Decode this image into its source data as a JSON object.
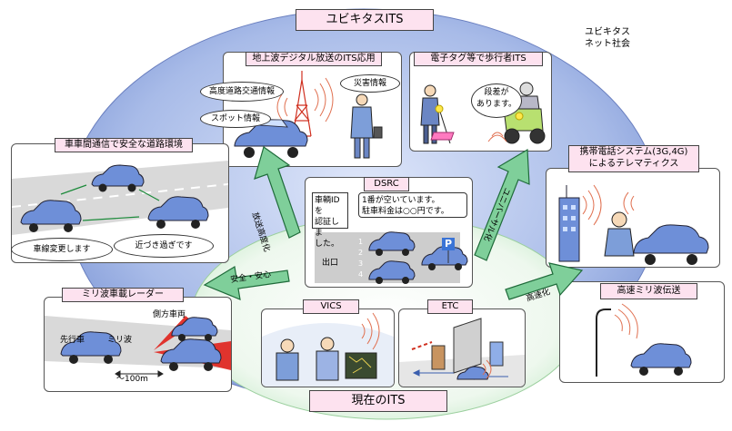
{
  "top_title": "ユビキタスITS",
  "bottom_title": "現在のITS",
  "corner_label": [
    "ユビキタス",
    "ネット社会"
  ],
  "panels": {
    "digital": {
      "title": "地上波デジタル放送のITS応用",
      "bubbles": [
        "高度道路交通情報",
        "災害情報",
        "スポット情報"
      ]
    },
    "pedestrian": {
      "title": "電子タグ等で歩行者ITS",
      "speech": [
        "段差が",
        "あります。"
      ]
    },
    "v2v": {
      "title": "車車間通信で安全な道路環境",
      "bubbles": [
        "車線変更します",
        "近づき過ぎです"
      ]
    },
    "radar": {
      "title": "ミリ波車載レーダー",
      "labels": {
        "front": "先行車",
        "wave": "ミリ波",
        "side": "側方車両",
        "dist": "～100m"
      }
    },
    "mobile": {
      "title": [
        "携帯電話システム(3G,4G)",
        "によるテレマティクス"
      ]
    },
    "mmwave": {
      "title": "高速ミリ波伝送"
    },
    "dsrc": {
      "title": "DSRC",
      "speech_left": [
        "車輌IDを",
        "認証しま",
        "した。"
      ],
      "speech_right": [
        "1番が空いています。",
        "駐車料金は○○円です。"
      ],
      "exit": "出口",
      "parking": "P",
      "lane_numbers": [
        "4",
        "3",
        "2",
        "1"
      ]
    },
    "vics": {
      "title": "VICS"
    },
    "etc": {
      "title": "ETC"
    }
  },
  "arrows": {
    "broadcast": "放送高度化",
    "universal": "ユニバーサル化",
    "safety": "安全・安心",
    "speed": "高速化"
  },
  "colors": {
    "arrow_fill": "#7fcf9a",
    "arrow_stroke": "#1f6b3a",
    "ellipse_blue": "#8fa6de",
    "ellipse_green": "#e4f5e4",
    "title_pink": "#fde2ef",
    "car_blue": "#6e8fd8"
  }
}
